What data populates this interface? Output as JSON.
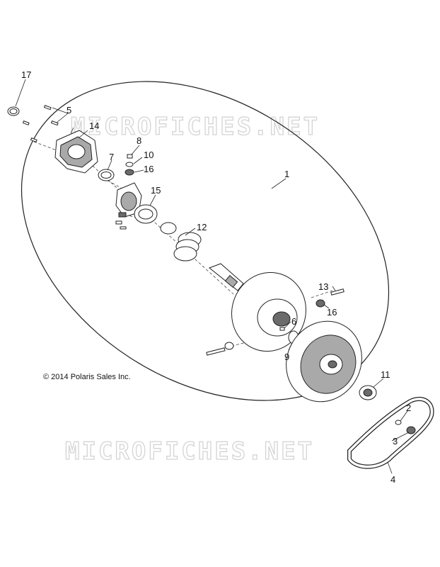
{
  "watermarks": [
    "MICROFICHES.NET",
    "MICROFICHES.NET"
  ],
  "copyright": "© 2014 Polaris Sales Inc.",
  "callouts": [
    "1",
    "2",
    "3",
    "4",
    "5",
    "6",
    "7",
    "8",
    "9",
    "10",
    "11",
    "12",
    "13",
    "14",
    "15",
    "16",
    "16",
    "17"
  ]
}
